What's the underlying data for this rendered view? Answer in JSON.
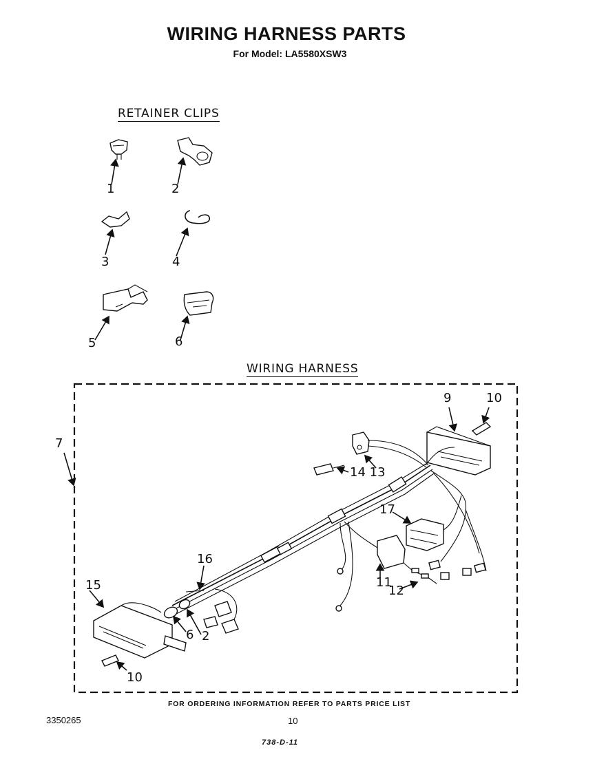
{
  "header": {
    "title": "WIRING HARNESS PARTS",
    "subtitle": "For Model: LA5580XSW3"
  },
  "sections": {
    "retainer_clips": "RETAINER CLIPS",
    "wiring_harness": "WIRING HARNESS"
  },
  "clip_callouts": [
    "1",
    "2",
    "3",
    "4",
    "5",
    "6"
  ],
  "harness_callouts": {
    "c7": "7",
    "c9": "9",
    "c10_top": "10",
    "c14_13": "14 13",
    "c17": "17",
    "c16": "16",
    "c15": "15",
    "c11": "11",
    "c12": "12",
    "c6": "6",
    "c2": "2",
    "c10_bottom": "10"
  },
  "footer": {
    "note": "FOR ORDERING INFORMATION REFER TO PARTS PRICE LIST",
    "doc_number": "3350265",
    "page_number": "10",
    "handwritten_code": "738-D-11"
  }
}
